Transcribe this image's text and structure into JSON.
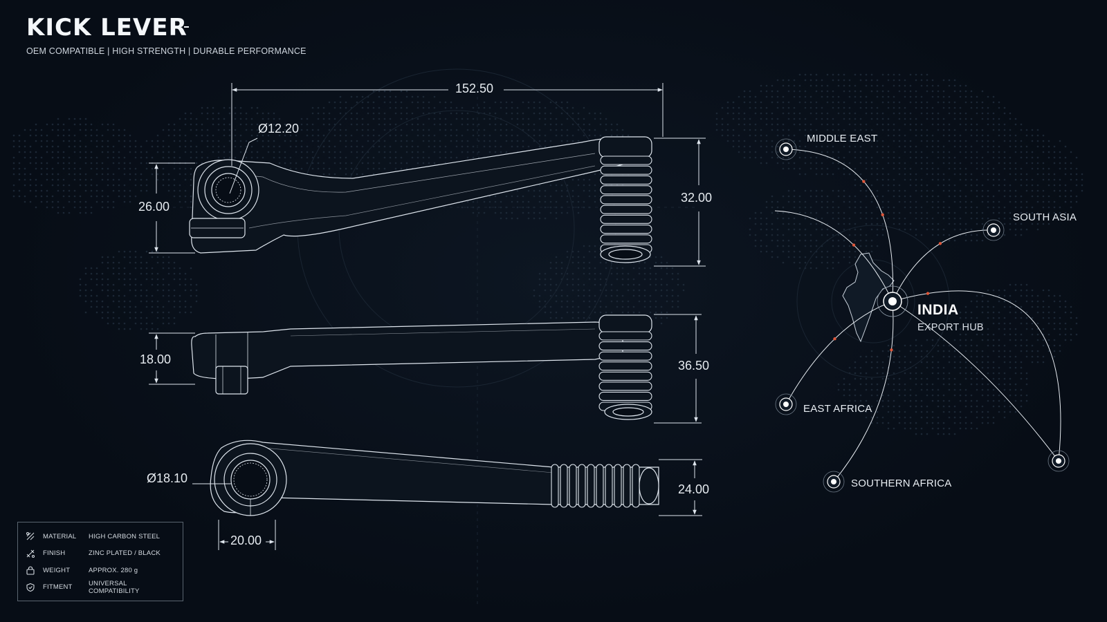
{
  "header": {
    "title": "KICK LEVER",
    "subtitle": "OEM COMPATIBLE | HIGH STRENGTH | DURABLE PERFORMANCE"
  },
  "dimensions": {
    "overall_length": "152.50",
    "bore_diameter_top": "Ø12.20",
    "clamp_height": "26.00",
    "pedal_height_top": "32.00",
    "clamp_thickness_side": "18.00",
    "pedal_height_side": "36.50",
    "bore_diameter_bottom": "Ø18.10",
    "pedal_height_bottom": "24.00",
    "clamp_width_bottom": "20.00"
  },
  "export_map": {
    "hub": {
      "name": "INDIA",
      "subtitle": "EXPORT HUB"
    },
    "regions": [
      {
        "label": "MIDDLE EAST"
      },
      {
        "label": "SOUTH ASIA"
      },
      {
        "label": "EAST AFRICA"
      },
      {
        "label": "SOUTHERN AFRICA"
      }
    ],
    "route_color": "#ffffff",
    "marker_color": "#e0573a"
  },
  "specs": [
    {
      "icon": "material-icon",
      "key": "MATERIAL",
      "value": "HIGH CARBON STEEL"
    },
    {
      "icon": "finish-icon",
      "key": "FINISH",
      "value": "ZINC PLATED / BLACK"
    },
    {
      "icon": "weight-icon",
      "key": "WEIGHT",
      "value": "APPROX. 280 g"
    },
    {
      "icon": "fitment-icon",
      "key": "FITMENT",
      "value": "UNIVERSAL COMPATIBILITY"
    }
  ],
  "colors": {
    "background": "#070d16",
    "line": "#dfe6ee",
    "accent": "#e0573a"
  }
}
